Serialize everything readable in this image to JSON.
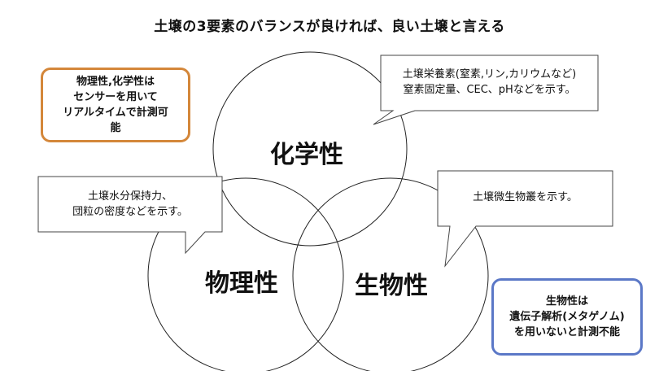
{
  "title": "土壌の3要素のバランスが良ければ、良い土壌と言える",
  "circles": {
    "chemical": "化学性",
    "physical": "物理性",
    "biological": "生物性"
  },
  "callouts": {
    "chemical": [
      "土壌栄養素(窒素,リン,カリウムなど)",
      "窒素固定量、CEC、pHなどを示す。"
    ],
    "physical": [
      "土壌水分保持力、",
      "団粒の密度などを示す。"
    ],
    "biological": [
      "土壌微生物叢を示す。"
    ]
  },
  "notes": {
    "sensor": [
      "物理性,化学性は",
      "センサーを用いて",
      "リアルタイムで計測可",
      "能"
    ],
    "metagenome": [
      "生物性は",
      "遺伝子解析(メタゲノム)",
      "を用いないと計測不能"
    ]
  },
  "colors": {
    "sensor_note_border": "#d4873a",
    "metagenome_note_border": "#5b78c7"
  }
}
